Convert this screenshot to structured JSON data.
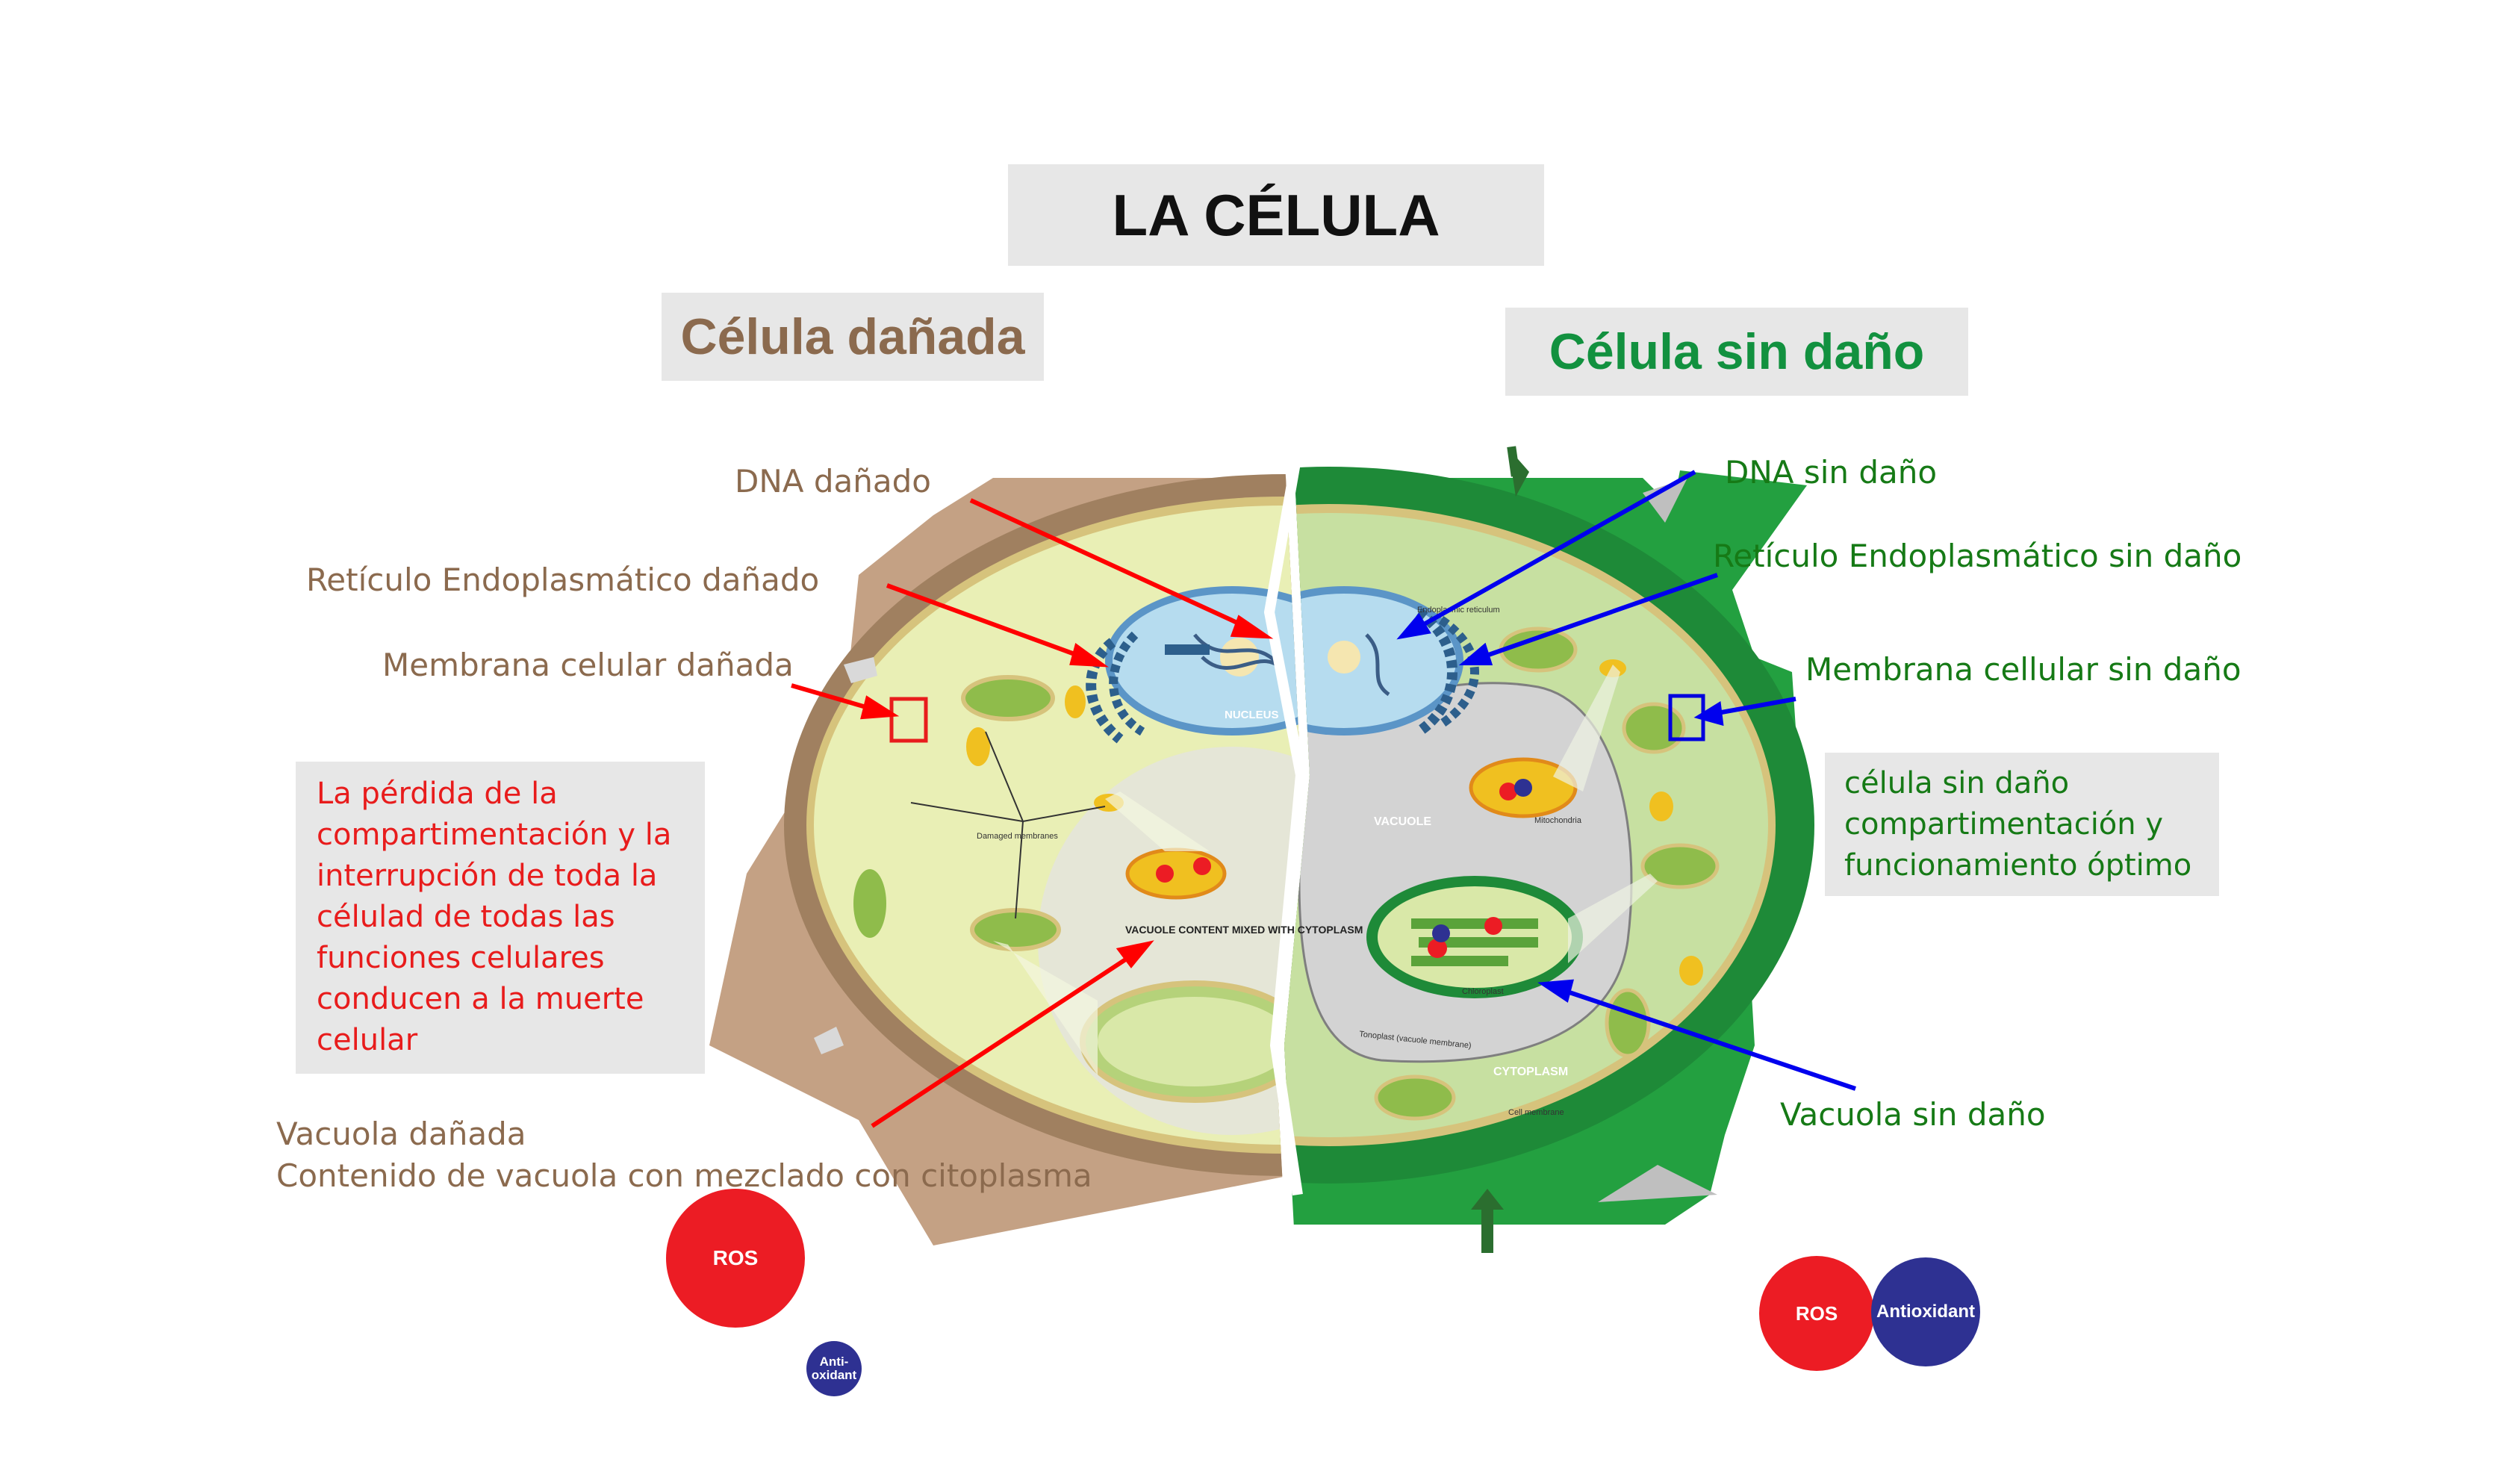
{
  "title": "LA CÉLULA",
  "headers": {
    "damaged": "Célula dañada",
    "healthy": "Célula sin daño"
  },
  "damaged_labels": {
    "dna": "DNA dañado",
    "er": "Retículo Endoplasmático dañado",
    "membrane": "Membrana celular dañada",
    "vacuole_line1": "Vacuola dañada",
    "vacuole_line2": "Contenido de vacuola con mezclado con citoplasma"
  },
  "healthy_labels": {
    "dna": "DNA sin daño",
    "er": "Retículo Endoplasmático sin daño",
    "membrane": "Membrana cellular sin daño",
    "vacuole": "Vacuola sin daño"
  },
  "info_boxes": {
    "damaged": "La pérdida de la compartimentación y la interrupción de toda la célulad de todas las funciones celulares conducen a la muerte celular",
    "healthy": "célula sin daño compartimentación y funcionamiento óptimo"
  },
  "cell_figure_labels": {
    "nucleus": "NUCLEUS",
    "damaged_membranes": "Damaged membranes",
    "vacuole_mixed": "VACUOLE CONTENT MIXED WITH CYTOPLASM",
    "vacuole": "VACUOLE",
    "mitochondria": "Mitochondria",
    "chloroplast": "Chloroplast",
    "tonoplast": "Tonoplast (vacuole membrane)",
    "cytoplasm": "CYTOPLASM",
    "cell_membrane": "Cell membrane",
    "er": "Endoplasmic reticulum"
  },
  "legend": {
    "ros_left": "ROS",
    "antioxidant_left": "Anti-oxidant",
    "ros_right": "ROS",
    "antioxidant_right": "Antioxidant"
  },
  "colors": {
    "damaged_text": "#8b6a4e",
    "healthy_text": "#12913f",
    "alert_text": "#e81c1c",
    "ros": "#ec1c24",
    "antioxidant": "#2e3192",
    "damaged_arrow": "#ff0000",
    "healthy_arrow": "#0000ee"
  }
}
